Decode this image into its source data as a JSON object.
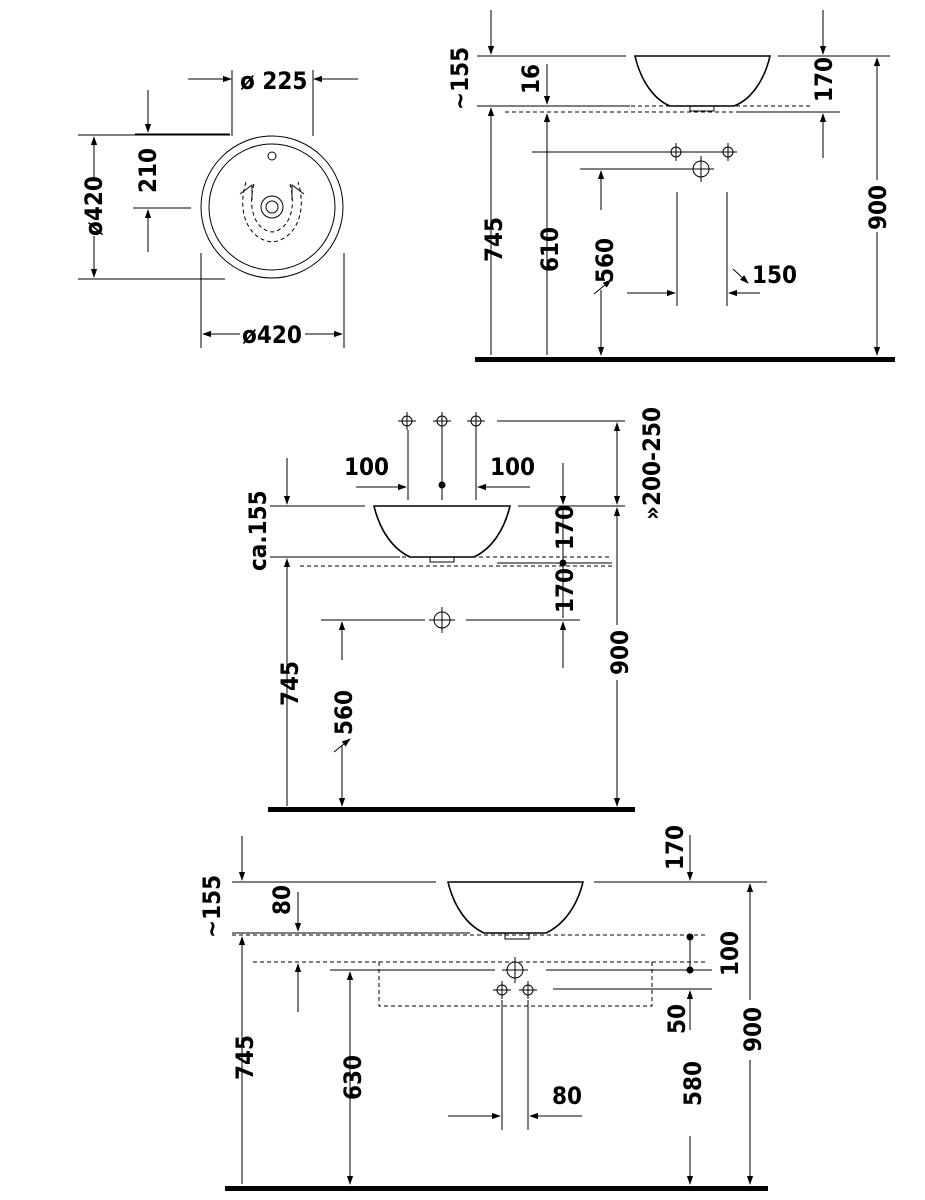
{
  "plan_view": {
    "dia_225": "ø 225",
    "dim_210": "210",
    "dia_420_left": "ø420",
    "dia_420_bottom": "ø420"
  },
  "view_one": {
    "dim_155": "~155",
    "dim_16": "16",
    "dim_170": "170",
    "dim_900": "900",
    "dim_745": "745",
    "dim_610": "610",
    "dim_560": "560",
    "dim_150": "150"
  },
  "view_two": {
    "dim_100_left": "100",
    "dim_100_right": "100",
    "dim_200_250": "»200-250",
    "dim_ca155": "ca.155",
    "dim_170_upper": "170",
    "dim_170_lower": "170",
    "dim_900": "900",
    "dim_745": "745",
    "dim_560": "560"
  },
  "view_three": {
    "dim_155": "~155",
    "dim_80_top": "80",
    "dim_170": "170",
    "dim_900": "900",
    "dim_100": "100",
    "dim_50": "50",
    "dim_745": "745",
    "dim_630": "630",
    "dim_80_bottom": "80",
    "dim_580": "580"
  }
}
